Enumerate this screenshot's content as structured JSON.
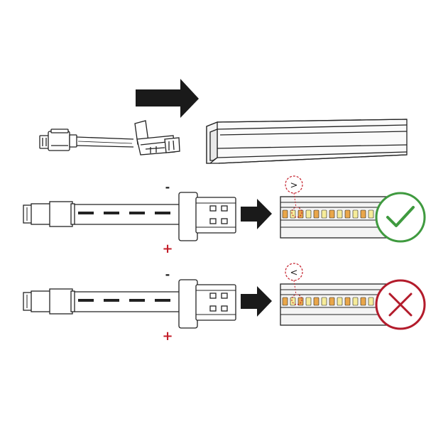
{
  "steps": [
    {
      "id": "insert",
      "arrow_icon": "arrow-right-icon",
      "object_icons": [
        "strip-connector-icon",
        "aluminium-profile-icon"
      ]
    },
    {
      "id": "correct",
      "negative_label": "-",
      "positive_label": "+",
      "direction_label": ">",
      "result": "correct",
      "result_icon": "check-mark-icon",
      "result_color": "#3f9a3f"
    },
    {
      "id": "wrong",
      "negative_label": "-",
      "positive_label": "+",
      "direction_label": "<",
      "result": "wrong",
      "result_icon": "cross-mark-icon",
      "result_color": "#b31b2b"
    }
  ],
  "colors": {
    "line": "#222222",
    "arrow": "#1a1a1a",
    "positive": "#c41e2a",
    "dashed_marker": "#c41e2a",
    "led_warm": "#e9a64a",
    "led_cool": "#f6ec9a",
    "profile_fill": "#f4f4f4"
  }
}
